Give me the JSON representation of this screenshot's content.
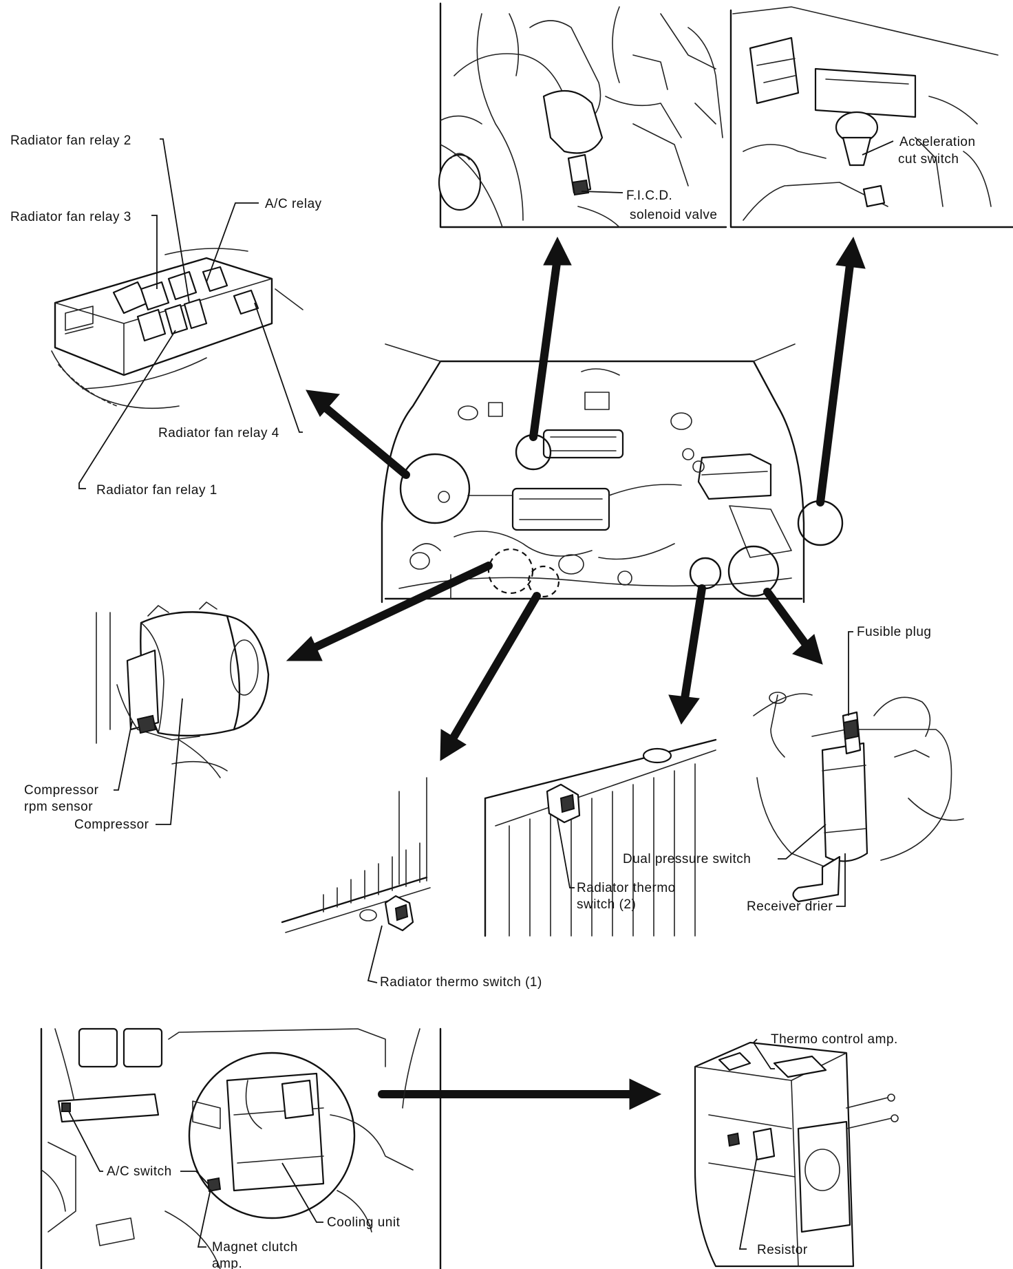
{
  "labels": {
    "radiator_fan_relay_2": "Radiator fan relay 2",
    "radiator_fan_relay_3": "Radiator fan relay 3",
    "ac_relay": "A/C relay",
    "radiator_fan_relay_4": "Radiator fan relay 4",
    "radiator_fan_relay_1": "Radiator fan relay 1",
    "ficd_line1": "F.I.C.D.",
    "ficd_line2": "solenoid valve",
    "accel_line1": "Acceleration",
    "accel_line2": "cut switch",
    "fusible_plug": "Fusible plug",
    "dual_pressure_switch": "Dual pressure switch",
    "receiver_drier": "Receiver drier",
    "compressor_rpm_line1": "Compressor",
    "compressor_rpm_line2": "rpm sensor",
    "compressor": "Compressor",
    "rad_thermo_2_line1": "Radiator thermo",
    "rad_thermo_2_line2": "switch (2)",
    "rad_thermo_1": "Radiator thermo switch (1)",
    "thermo_control_amp": "Thermo control amp.",
    "ac_switch": "A/C switch",
    "cooling_unit": "Cooling unit",
    "magnet_clutch_line1": "Magnet clutch",
    "magnet_clutch_line2": "amp.",
    "resistor": "Resistor"
  }
}
